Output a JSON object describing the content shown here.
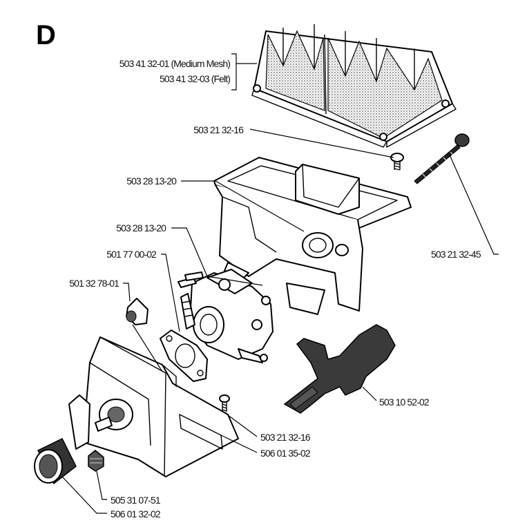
{
  "section_letter": "D",
  "labels": {
    "filter_mesh": "503 41 32-01 (Medium Mesh)",
    "filter_felt": "503 41 32-03 (Felt)",
    "screw_top": "503 21 32-16",
    "filter_holder": "503 28 13-20",
    "carburetor": "503 28 13-20",
    "gasket": "501 77 00-02",
    "clip": "501 32 78-01",
    "long_screw": "503 21 32-45",
    "throttle_arm": "503 10 52-02",
    "screw_bottom": "503 21 32-16",
    "housing": "506 01 35-02",
    "plug": "505 31 07-51",
    "sleeve": "506 01 32-02"
  }
}
